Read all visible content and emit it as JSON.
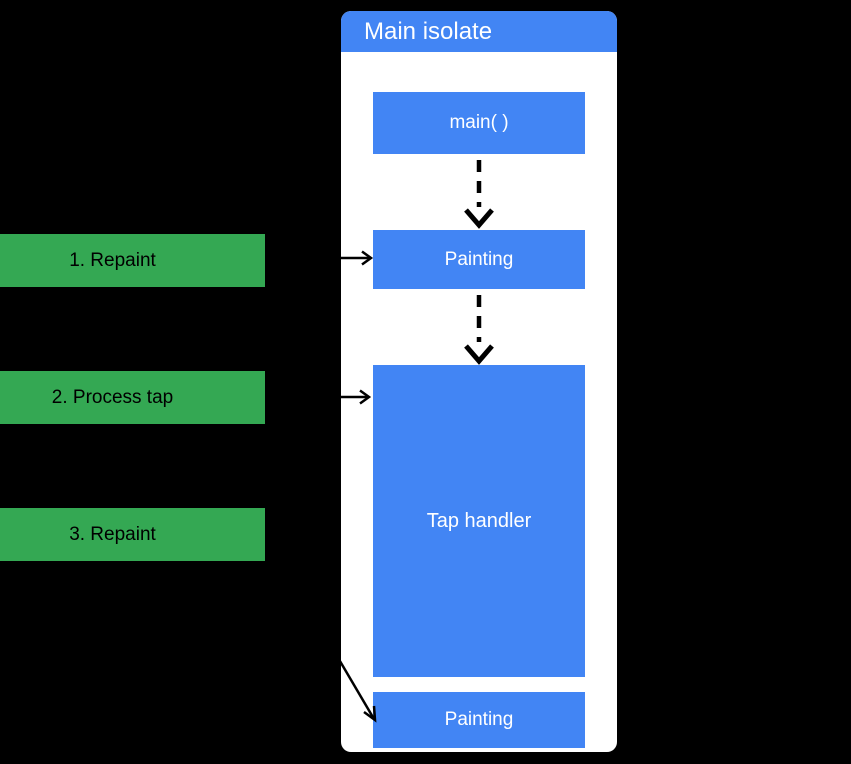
{
  "panel": {
    "title": "Main isolate",
    "nodes": [
      {
        "id": "main",
        "label": "main( )"
      },
      {
        "id": "painting-1",
        "label": "Painting"
      },
      {
        "id": "tap-handler",
        "label": "Tap handler"
      },
      {
        "id": "painting-2",
        "label": "Painting"
      }
    ]
  },
  "steps": [
    {
      "id": "step-1",
      "label": "1. Repaint"
    },
    {
      "id": "step-2",
      "label": "2. Process tap"
    },
    {
      "id": "step-3",
      "label": "3. Repaint"
    }
  ],
  "edges": [
    {
      "from": "main",
      "to": "painting-1",
      "style": "dashed"
    },
    {
      "from": "painting-1",
      "to": "tap-handler",
      "style": "dashed"
    },
    {
      "from": "step-1",
      "to": "painting-1",
      "style": "solid"
    },
    {
      "from": "step-2",
      "to": "tap-handler",
      "style": "solid"
    },
    {
      "from": "step-3",
      "to": "painting-2",
      "style": "solid"
    }
  ],
  "colors": {
    "background": "#000000",
    "panel_background": "#FFFFFF",
    "header_blue": "#4285F4",
    "node_blue": "#4285F4",
    "node_text": "#FFFFFF",
    "step_green": "#34A853",
    "step_text": "#000000",
    "arrow": "#000000"
  }
}
